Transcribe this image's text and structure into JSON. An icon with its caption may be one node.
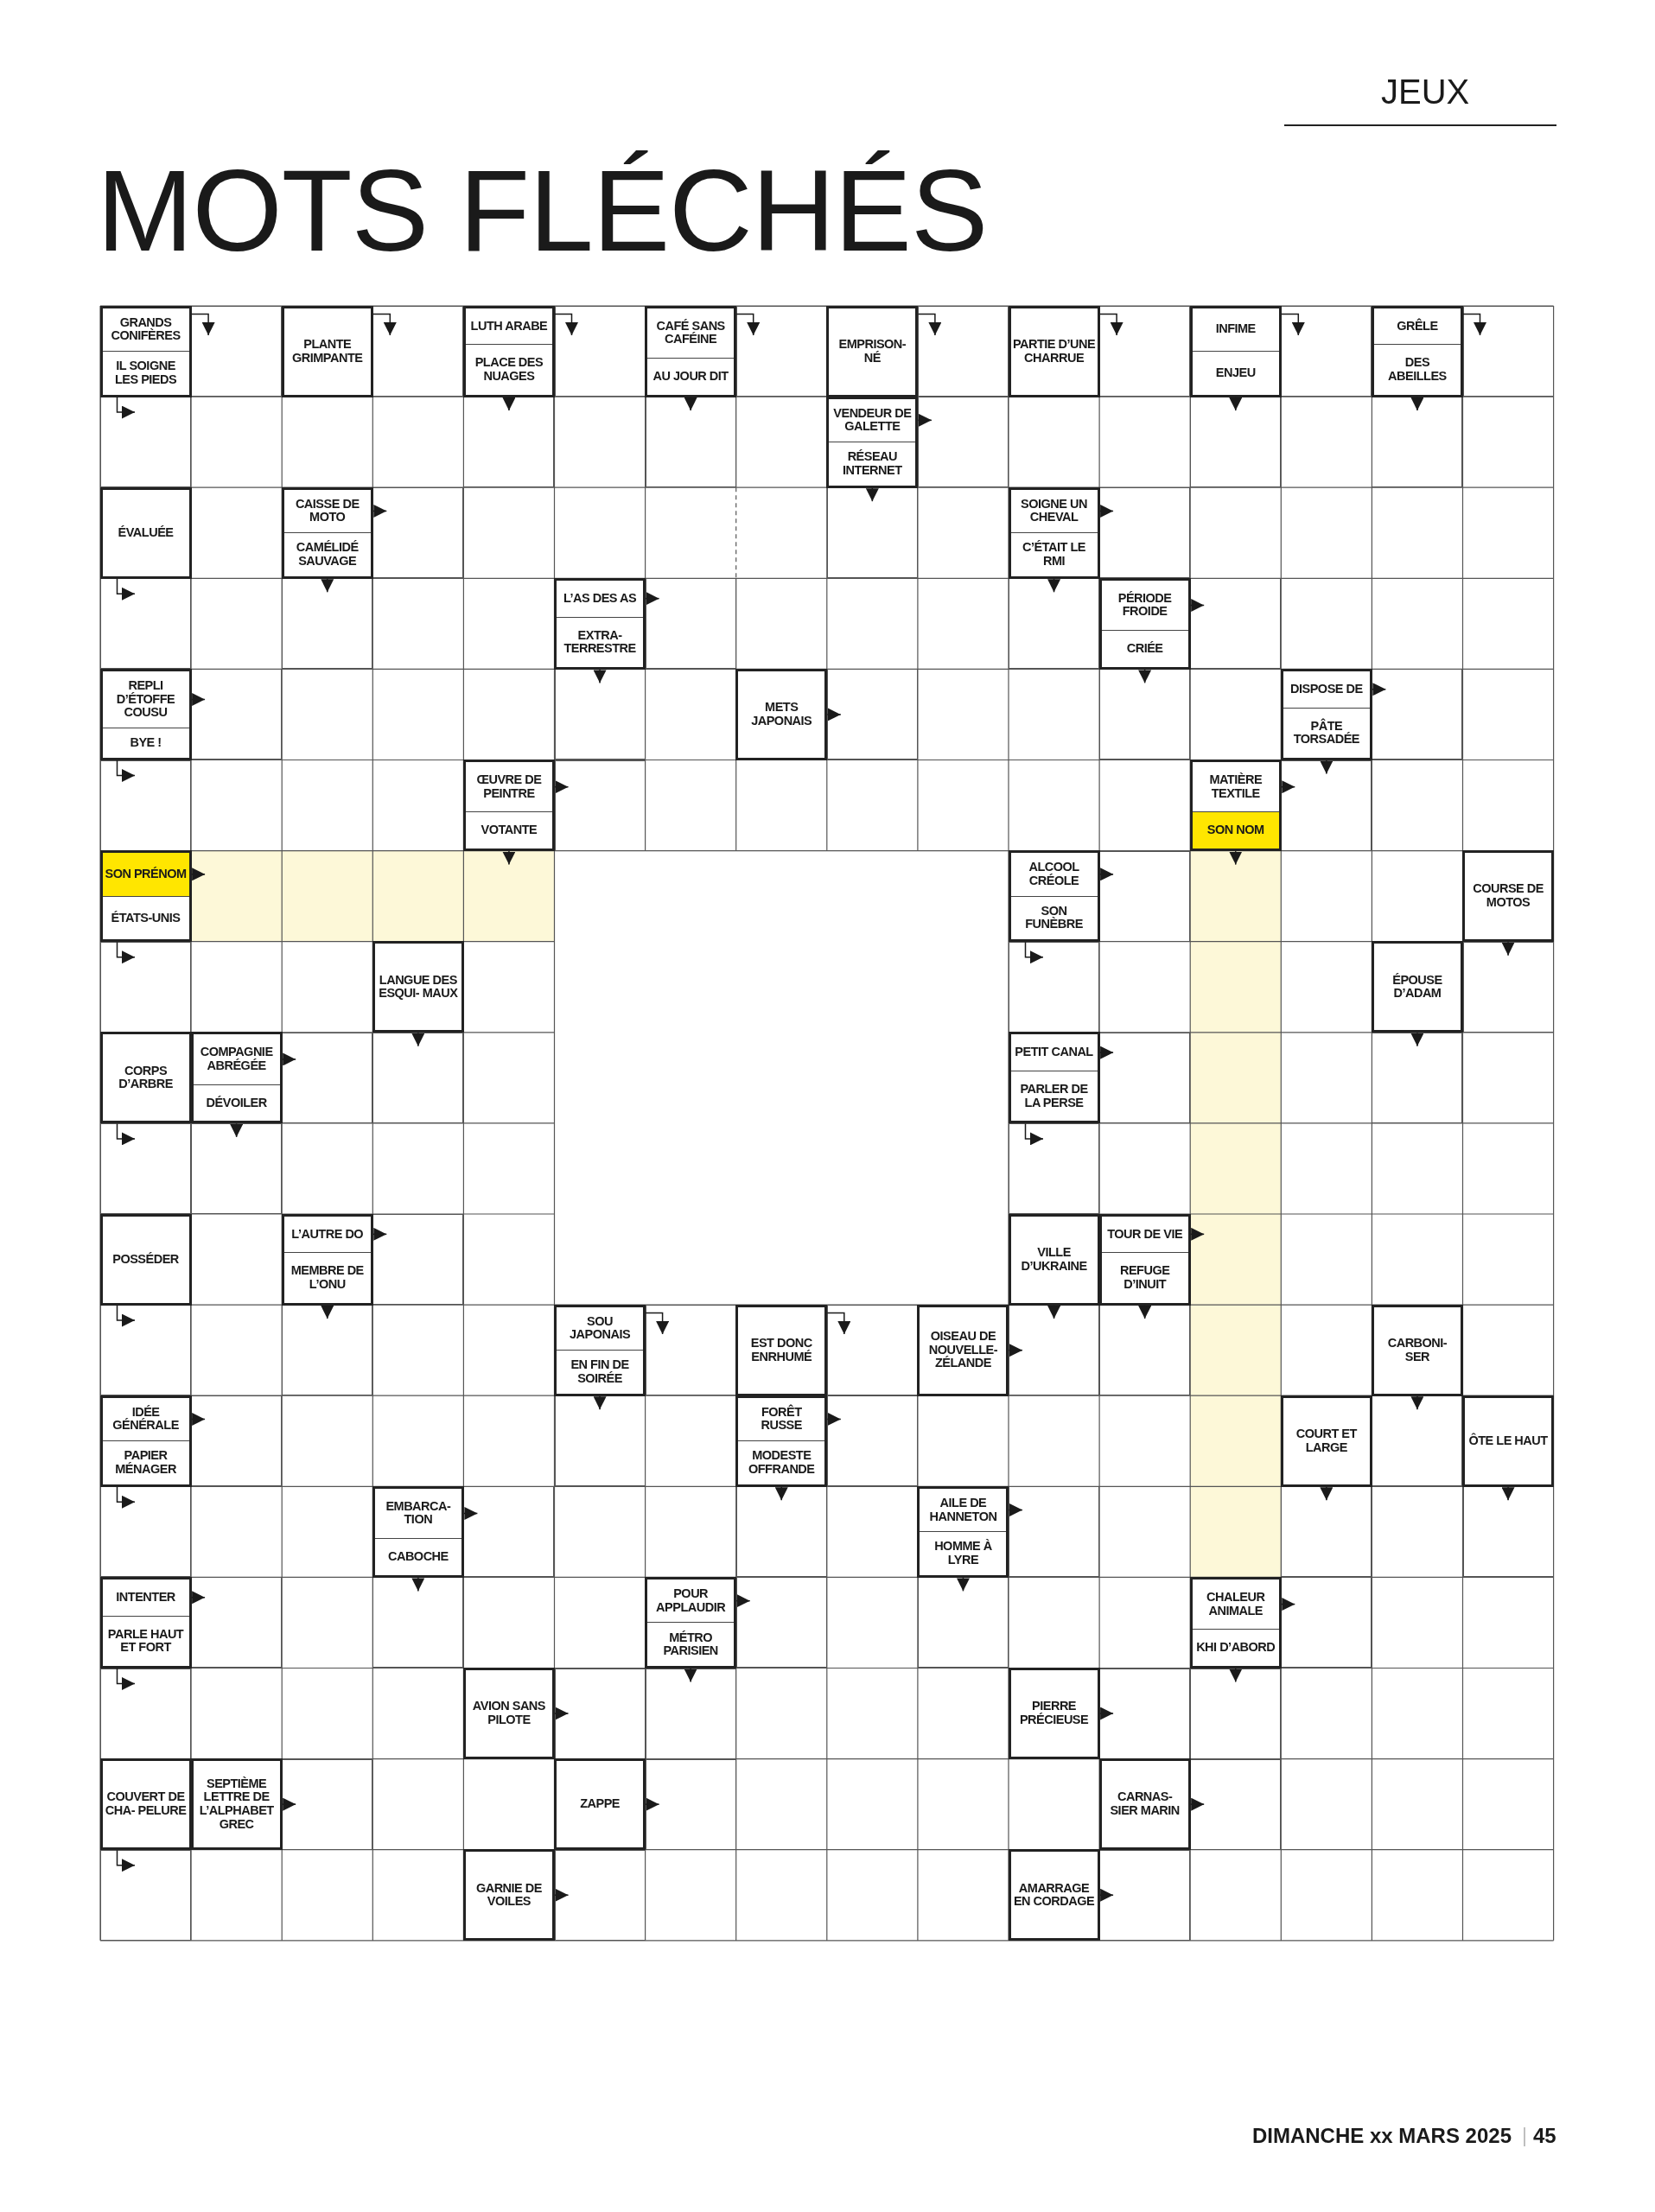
{
  "diagram": {
    "title": "MOTS FLÉCHÉS",
    "nodes": [
      {
        "text": [
          "GRANDS CONIFÈRES",
          "IL SOIGNE LES PIEDS"
        ]
      },
      {
        "text": [
          "PLANTE GRIMPANTE"
        ]
      },
      {
        "text": [
          "LUTH ARABE",
          "PLACE DES NUAGES"
        ]
      },
      {
        "text": [
          "CAFÉ SANS CAFÉINE",
          "AU JOUR DIT"
        ]
      },
      {
        "text": [
          "EMPRISON- NÉ"
        ]
      },
      {
        "text": [
          "PARTIE D’UNE CHARRUE"
        ]
      },
      {
        "text": [
          "INFIME",
          "ENJEU"
        ]
      },
      {
        "text": [
          "GRÊLE",
          "DES ABEILLES"
        ]
      },
      {
        "text": [
          "VENDEUR DE GALETTE",
          "RÉSEAU INTERNET"
        ]
      },
      {
        "text": [
          "ÉVALUÉE"
        ]
      },
      {
        "text": [
          "CAISSE DE MOTO",
          "CAMÉLIDÉ SAUVAGE"
        ]
      },
      {
        "text": [
          "SOIGNE UN CHEVAL",
          "C’ÉTAIT LE RMI"
        ]
      },
      {
        "text": [
          "L’AS DES AS",
          "EXTRA- TERRESTRE"
        ]
      },
      {
        "text": [
          "PÉRIODE FROIDE",
          "CRIÉE"
        ]
      },
      {
        "text": [
          "REPLI D’ÉTOFFE COUSU",
          "BYE !"
        ]
      },
      {
        "text": [
          "METS JAPONAIS"
        ]
      },
      {
        "text": [
          "DISPOSE DE",
          "PÂTE TORSADÉE"
        ]
      },
      {
        "text": [
          "ŒUVRE DE PEINTRE",
          "VOTANTE"
        ]
      },
      {
        "text": [
          "MATIÈRE TEXTILE",
          "SON NOM"
        ]
      },
      {
        "text": [
          "SON PRÉNOM",
          "ÉTATS-UNIS"
        ]
      },
      {
        "text": [
          "ALCOOL CRÉOLE",
          "SON FUNÈBRE"
        ]
      },
      {
        "text": [
          "COURSE DE MOTOS"
        ]
      },
      {
        "text": [
          "LANGUE DES ESQUI- MAUX"
        ]
      },
      {
        "text": [
          "ÉPOUSE D’ADAM"
        ]
      },
      {
        "text": [
          "CORPS D’ARBRE"
        ]
      },
      {
        "text": [
          "COMPAGNIE ABRÉGÉE",
          "DÉVOILER"
        ]
      },
      {
        "text": [
          "PETIT CANAL",
          "PARLER DE LA PERSE"
        ]
      },
      {
        "text": [
          "POSSÉDER"
        ]
      },
      {
        "text": [
          "L’AUTRE DO",
          "MEMBRE DE L’ONU"
        ]
      },
      {
        "text": [
          "VILLE D’UKRAINE"
        ]
      },
      {
        "text": [
          "TOUR DE VIE",
          "REFUGE D’INUIT"
        ]
      },
      {
        "text": [
          "SOU JAPONAIS",
          "EN FIN DE SOIRÉE"
        ]
      },
      {
        "text": [
          "EST DONC ENRHUMÉ"
        ]
      },
      {
        "text": [
          "OISEAU DE NOUVELLE- ZÉLANDE"
        ]
      },
      {
        "text": [
          "CARBONI- SER"
        ]
      },
      {
        "text": [
          "IDÉE GÉNÉRALE",
          "PAPIER MÉNAGER"
        ]
      },
      {
        "text": [
          "FORÊT RUSSE",
          "MODESTE OFFRANDE"
        ]
      },
      {
        "text": [
          "COURT ET LARGE"
        ]
      },
      {
        "text": [
          "ÔTE LE HAUT"
        ]
      },
      {
        "text": [
          "EMBARCA- TION",
          "CABOCHE"
        ]
      },
      {
        "text": [
          "AILE DE HANNETON",
          "HOMME À LYRE"
        ]
      },
      {
        "text": [
          "INTENTER",
          "PARLE HAUT ET FORT"
        ]
      },
      {
        "text": [
          "POUR APPLAUDIR",
          "MÉTRO PARISIEN"
        ]
      },
      {
        "text": [
          "CHALEUR ANIMALE",
          "KHI D’ABORD"
        ]
      },
      {
        "text": [
          "AVION SANS PILOTE"
        ]
      },
      {
        "text": [
          "PIERRE PRÉCIEUSE"
        ]
      },
      {
        "text": [
          "COUVERT DE CHA- PELURE"
        ]
      },
      {
        "text": [
          "SEPTIÈME LETTRE DE L’ALPHABET GREC"
        ]
      },
      {
        "text": [
          "ZAPPE"
        ]
      },
      {
        "text": [
          "CARNAS- SIER MARIN"
        ]
      },
      {
        "text": [
          "GARNIE DE VOILES"
        ]
      },
      {
        "text": [
          "AMARRAGE EN CORDAGE"
        ]
      },
      {
        "text": [],
        "shape": "bar"
      },
      {
        "text": [],
        "shape": "bar"
      },
      {
        "text": [],
        "shape": "box"
      },
      {
        "text": [],
        "shape": "box"
      },
      {
        "text": [],
        "shape": "box"
      },
      {
        "text": [],
        "shape": "box"
      },
      {
        "text": [],
        "shape": "box"
      },
      {
        "text": [],
        "shape": "box"
      },
      {
        "text": [],
        "shape": "box"
      },
      {
        "text": [],
        "shape": "box"
      },
      {
        "text": [],
        "shape": "box"
      },
      {
        "text": [],
        "shape": "box"
      },
      {
        "text": [],
        "shape": "box"
      },
      {
        "text": [],
        "shape": "box"
      },
      {
        "text": [],
        "shape": "box"
      },
      {
        "text": [],
        "shape": "box"
      },
      {
        "text": [],
        "shape": "box"
      },
      {
        "text": [],
        "shape": "box"
      },
      {
        "text": [],
        "shape": "box"
      },
      {
        "text": [],
        "shape": "box"
      },
      {
        "text": [],
        "shape": "box"
      },
      {
        "text": [],
        "shape": "box"
      },
      {
        "text": [],
        "shape": "box"
      },
      {
        "text": [],
        "shape": "box"
      },
      {
        "text": [],
        "shape": "box"
      },
      {
        "text": [],
        "shape": "box"
      },
      {
        "text": [],
        "shape": "box"
      },
      {
        "text": [],
        "shape": "box"
      },
      {
        "text": [],
        "shape": "box"
      },
      {
        "text": [],
        "shape": "box"
      },
      {
        "text": [],
        "shape": "box"
      },
      {
        "text": [],
        "shape": "box"
      },
      {
        "text": [],
        "shape": "box"
      },
      {
        "text": [],
        "shape": "box"
      },
      {
        "text": [],
        "shape": "box"
      },
      {
        "text": [],
        "shape": "box"
      },
      {
        "text": [],
        "shape": "box"
      },
      {
        "text": [],
        "shape": "box"
      },
      {
        "text": [],
        "shape": "box"
      },
      {
        "text": [],
        "shape": "box"
      },
      {
        "text": [],
        "shape": "box"
      },
      {
        "text": [],
        "shape": "box"
      },
      {
        "text": [],
        "shape": "box"
      },
      {
        "text": [],
        "shape": "box"
      },
      {
        "text": [],
        "shape": "box"
      },
      {
        "text": [],
        "shape": "box"
      },
      {
        "text": [],
        "shape": "box"
      },
      {
        "text": [],
        "shape": "box"
      },
      {
        "text": [],
        "shape": "box"
      },
      {
        "text": [],
        "shape": "box"
      },
      {
        "text": [],
        "shape": "box"
      },
      {
        "text": [],
        "shape": "box"
      },
      {
        "text": [],
        "shape": "box"
      },
      {
        "text": [],
        "shape": "box"
      },
      {
        "text": [],
        "shape": "box"
      },
      {
        "text": [],
        "shape": "box"
      },
      {
        "text": [],
        "shape": "box"
      },
      {
        "text": [],
        "shape": "box"
      },
      {
        "text": [],
        "shape": "box"
      },
      {
        "text": [],
        "shape": "box"
      },
      {
        "text": [],
        "shape": "box"
      },
      {
        "text": [],
        "shape": "box"
      },
      {
        "text": [],
        "shape": "box"
      },
      {
        "text": [],
        "shape": "box"
      },
      {
        "text": [],
        "shape": "box"
      },
      {
        "text": [],
        "shape": "box"
      },
      {
        "text": [],
        "shape": "box"
      },
      {
        "text": [],
        "shape": "box"
      },
      {
        "text": [],
        "shape": "box"
      },
      {
        "text": [],
        "shape": "box"
      },
      {
        "text": [],
        "shape": "box"
      },
      {
        "text": [],
        "shape": "box"
      },
      {
        "text": [],
        "shape": "box"
      },
      {
        "text": [],
        "shape": "box"
      },
      {
        "text": [],
        "shape": "box"
      },
      {
        "text": [],
        "shape": "box"
      }
    ],
    "edges": [
      {
        "from": 0,
        "to": 54,
        "arrow": "to"
      },
      {
        "from": 0,
        "to": 55,
        "arrow": "to"
      },
      {
        "from": 1,
        "to": 56,
        "arrow": "to"
      },
      {
        "from": 2,
        "to": 57,
        "arrow": "to"
      },
      {
        "from": 2,
        "to": 58,
        "arrow": "to"
      },
      {
        "from": 3,
        "to": 59,
        "arrow": "to"
      },
      {
        "from": 3,
        "to": 60,
        "arrow": "to"
      },
      {
        "from": 4,
        "to": 61,
        "arrow": "to"
      },
      {
        "from": 5,
        "to": 62,
        "arrow": "to"
      },
      {
        "from": 6,
        "to": 63,
        "arrow": "to"
      },
      {
        "from": 6,
        "to": 64,
        "arrow": "to"
      },
      {
        "from": 7,
        "to": 65,
        "arrow": "to"
      },
      {
        "from": 7,
        "to": 66,
        "arrow": "to"
      },
      {
        "from": 8,
        "to": 67,
        "arrow": "to"
      },
      {
        "from": 8,
        "to": 68,
        "arrow": "to"
      },
      {
        "from": 9,
        "to": 69,
        "arrow": "to"
      },
      {
        "from": 10,
        "to": 70,
        "arrow": "to"
      },
      {
        "from": 10,
        "to": 71,
        "arrow": "to"
      },
      {
        "from": 11,
        "to": 72,
        "arrow": "to"
      },
      {
        "from": 11,
        "to": 73,
        "arrow": "to"
      },
      {
        "from": 12,
        "to": 74,
        "arrow": "to"
      },
      {
        "from": 12,
        "to": 75,
        "arrow": "to"
      },
      {
        "from": 13,
        "to": 76,
        "arrow": "to"
      },
      {
        "from": 13,
        "to": 77,
        "arrow": "to"
      },
      {
        "from": 14,
        "to": 78,
        "arrow": "to"
      },
      {
        "from": 14,
        "to": 79,
        "arrow": "to"
      },
      {
        "from": 15,
        "to": 80,
        "arrow": "to"
      },
      {
        "from": 16,
        "to": 81,
        "arrow": "to"
      },
      {
        "from": 16,
        "to": 82,
        "arrow": "to"
      },
      {
        "from": 17,
        "to": 83,
        "arrow": "to"
      },
      {
        "from": 17,
        "to": 52,
        "arrow": "to"
      },
      {
        "from": 18,
        "to": 82,
        "arrow": "to"
      },
      {
        "from": 18,
        "to": 53,
        "arrow": "to"
      },
      {
        "from": 19,
        "to": 52,
        "arrow": "to"
      },
      {
        "from": 19,
        "to": 84,
        "arrow": "to"
      },
      {
        "from": 20,
        "to": 85,
        "arrow": "to"
      },
      {
        "from": 20,
        "to": 86,
        "arrow": "to"
      },
      {
        "from": 21,
        "to": 87,
        "arrow": "to"
      },
      {
        "from": 22,
        "to": 88,
        "arrow": "to"
      },
      {
        "from": 23,
        "to": 89,
        "arrow": "to"
      },
      {
        "from": 24,
        "to": 90,
        "arrow": "to"
      },
      {
        "from": 25,
        "to": 91,
        "arrow": "to"
      },
      {
        "from": 25,
        "to": 92,
        "arrow": "to"
      },
      {
        "from": 26,
        "to": 93,
        "arrow": "to"
      },
      {
        "from": 26,
        "to": 94,
        "arrow": "to"
      },
      {
        "from": 27,
        "to": 95,
        "arrow": "to"
      },
      {
        "from": 28,
        "to": 96,
        "arrow": "to"
      },
      {
        "from": 28,
        "to": 97,
        "arrow": "to"
      },
      {
        "from": 29,
        "to": 98,
        "arrow": "to"
      },
      {
        "from": 30,
        "to": 53,
        "arrow": "to"
      },
      {
        "from": 30,
        "to": 99,
        "arrow": "to"
      },
      {
        "from": 31,
        "to": 100,
        "arrow": "to"
      },
      {
        "from": 31,
        "to": 101,
        "arrow": "to"
      },
      {
        "from": 32,
        "to": 102,
        "arrow": "to"
      },
      {
        "from": 33,
        "to": 98,
        "arrow": "to"
      },
      {
        "from": 34,
        "to": 103,
        "arrow": "to"
      },
      {
        "from": 35,
        "to": 104,
        "arrow": "to"
      },
      {
        "from": 35,
        "to": 105,
        "arrow": "to"
      },
      {
        "from": 36,
        "to": 106,
        "arrow": "to"
      },
      {
        "from": 36,
        "to": 107,
        "arrow": "to"
      },
      {
        "from": 37,
        "to": 108,
        "arrow": "to"
      },
      {
        "from": 38,
        "to": 109,
        "arrow": "to"
      },
      {
        "from": 39,
        "to": 110,
        "arrow": "to"
      },
      {
        "from": 39,
        "to": 111,
        "arrow": "to"
      },
      {
        "from": 40,
        "to": 112,
        "arrow": "to"
      },
      {
        "from": 40,
        "to": 113,
        "arrow": "to"
      },
      {
        "from": 41,
        "to": 114,
        "arrow": "to"
      },
      {
        "from": 41,
        "to": 115,
        "arrow": "to"
      },
      {
        "from": 42,
        "to": 116,
        "arrow": "to"
      },
      {
        "from": 42,
        "to": 117,
        "arrow": "to"
      },
      {
        "from": 43,
        "to": 118,
        "arrow": "to"
      },
      {
        "from": 43,
        "to": 119,
        "arrow": "to"
      },
      {
        "from": 44,
        "to": 120,
        "arrow": "to"
      },
      {
        "from": 45,
        "to": 121,
        "arrow": "to"
      },
      {
        "from": 46,
        "to": 122,
        "arrow": "to"
      },
      {
        "from": 47,
        "to": 123,
        "arrow": "to"
      },
      {
        "from": 48,
        "to": 124,
        "arrow": "to"
      },
      {
        "from": 49,
        "to": 125,
        "arrow": "to"
      },
      {
        "from": 50,
        "to": 126,
        "arrow": "to"
      },
      {
        "from": 51,
        "to": 127,
        "arrow": "to"
      }
    ],
    "labels": [
      "JEUX",
      "DIMANCHE xx MARS 2025",
      "45"
    ]
  }
}
